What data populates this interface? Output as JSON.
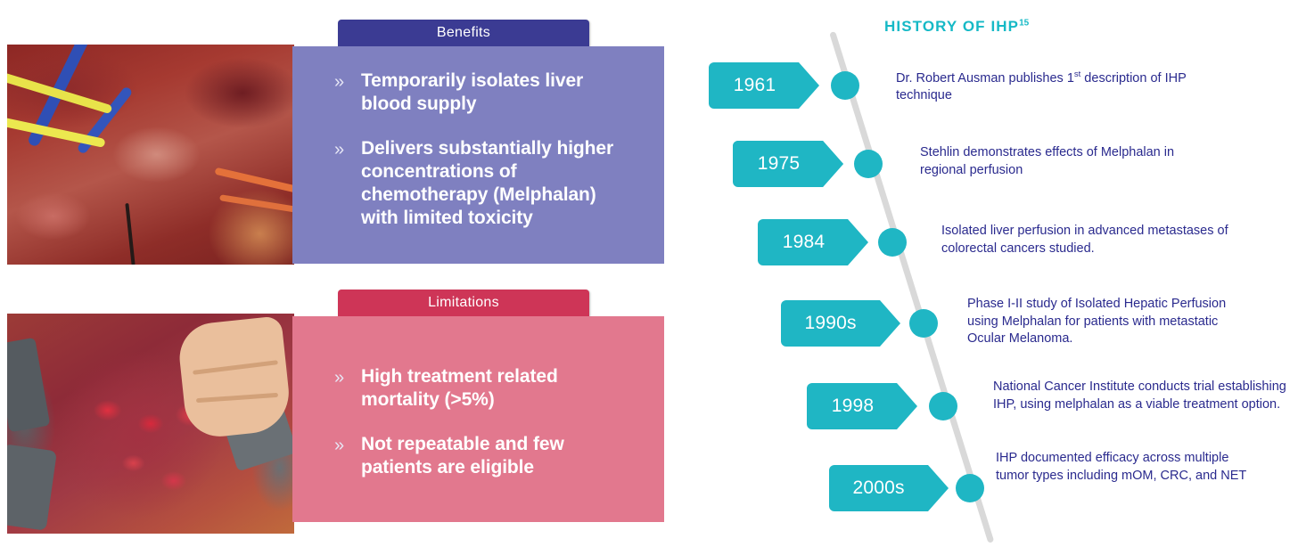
{
  "theme": {
    "benefits_tab_color": "#3b3b93",
    "benefits_body_color": "#7f80c0",
    "limitations_tab_color": "#ce3557",
    "limitations_body_color": "#e2788e",
    "teal": "#1fb6c4",
    "timeline_line_color": "#d9d9d9",
    "timeline_text_color": "#2a2a8e"
  },
  "benefits": {
    "tab_label": "Benefits",
    "bullet_marker": "»",
    "items": [
      "Temporarily isolates liver blood supply",
      "Delivers substantially higher concentrations of chemotherapy (Melphalan) with limited toxicity"
    ]
  },
  "limitations": {
    "tab_label": "Limitations",
    "bullet_marker": "»",
    "items": [
      "High treatment related mortality (>5%)",
      "Not repeatable and few patients are eligible"
    ]
  },
  "photos": [
    {
      "name": "liver-hilum-vessel-loops-photo",
      "caption": ""
    },
    {
      "name": "liver-metastases-photo",
      "caption": ""
    }
  ],
  "timeline": {
    "title": "HISTORY OF IHP",
    "title_superscript": "15",
    "events": [
      {
        "year": "1961",
        "description": "Dr. Robert Ausman publishes 1st description of IHP technique",
        "desc_parts": [
          "Dr. Robert Ausman publishes 1",
          "st",
          " description of IHP technique"
        ]
      },
      {
        "year": "1975",
        "description": "Stehlin demonstrates effects of Melphalan in regional perfusion"
      },
      {
        "year": "1984",
        "description": "Isolated liver perfusion in advanced metastases of colorectal cancers studied."
      },
      {
        "year": "1990s",
        "description": "Phase I-II study of Isolated Hepatic Perfusion using Melphalan for patients with metastatic Ocular Melanoma."
      },
      {
        "year": "1998",
        "description": "National Cancer Institute conducts trial establishing IHP, using melphalan as a viable treatment option."
      },
      {
        "year": "2000s",
        "description": "IHP documented efficacy across multiple tumor types including mOM, CRC, and NET"
      }
    ]
  }
}
